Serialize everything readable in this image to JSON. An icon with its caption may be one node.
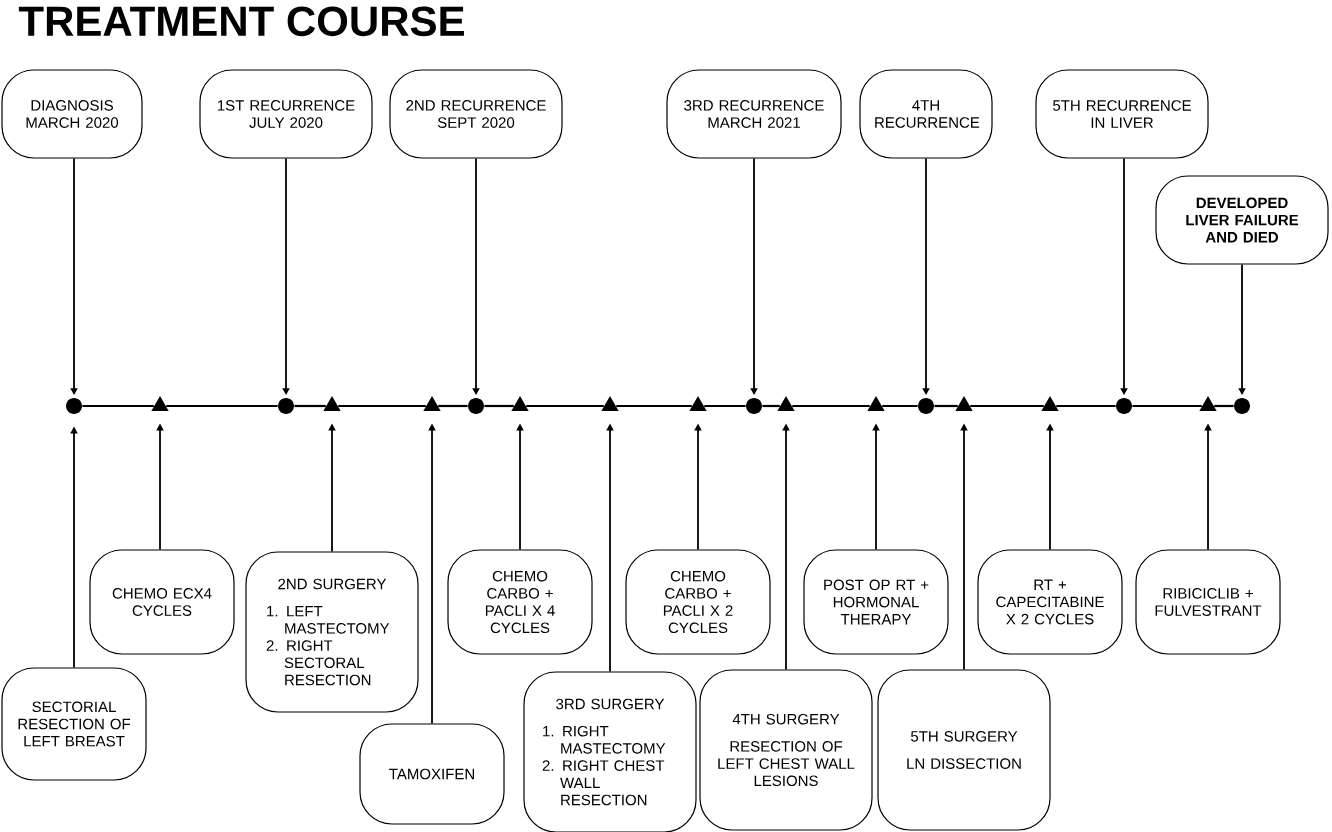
{
  "diagram": {
    "title": "TREATMENT COURSE",
    "nodes": [
      {
        "text": [
          "DIAGNOSIS MARCH 2020"
        ]
      },
      {
        "text": [
          "1ST RECURRENCE JULY 2020"
        ]
      },
      {
        "text": [
          "2ND RECURRENCE SEPT 2020"
        ]
      },
      {
        "text": [
          "3RD RECURRENCE MARCH 2021"
        ]
      },
      {
        "text": [
          "4TH RECURRENCE"
        ]
      },
      {
        "text": [
          "5TH RECURRENCE IN LIVER"
        ]
      },
      {
        "text": [
          "DEVELOPED LIVER FAILURE AND DIED"
        ]
      },
      {
        "text": [],
        "shape": "circle"
      },
      {
        "text": [],
        "shape": "triangle"
      },
      {
        "text": [],
        "shape": "circle"
      },
      {
        "text": [],
        "shape": "triangle"
      },
      {
        "text": [],
        "shape": "triangle"
      },
      {
        "text": [],
        "shape": "circle"
      },
      {
        "text": [],
        "shape": "triangle"
      },
      {
        "text": [],
        "shape": "triangle"
      },
      {
        "text": [],
        "shape": "triangle"
      },
      {
        "text": [],
        "shape": "circle"
      },
      {
        "text": [],
        "shape": "triangle"
      },
      {
        "text": [],
        "shape": "triangle"
      },
      {
        "text": [],
        "shape": "circle"
      },
      {
        "text": [],
        "shape": "triangle"
      },
      {
        "text": [],
        "shape": "triangle"
      },
      {
        "text": [],
        "shape": "circle"
      },
      {
        "text": [],
        "shape": "triangle"
      },
      {
        "text": [],
        "shape": "circle"
      },
      {
        "text": [
          "SECTORIAL RESECTION OF LEFT BREAST"
        ]
      },
      {
        "text": [
          "CHEMO ECX4 CYCLES"
        ]
      },
      {
        "text": [
          "2ND SURGERY",
          "1. LEFT MASTECTOMY",
          "2. RIGHT SECTORAL RESECTION"
        ]
      },
      {
        "text": [
          "TAMOXIFEN"
        ]
      },
      {
        "text": [
          "CHEMO CARBO + PACLI X 4 CYCLES"
        ]
      },
      {
        "text": [
          "3RD SURGERY",
          "1. RIGHT MASTECTOMY",
          "2. RIGHT CHEST WALL RESECTION"
        ]
      },
      {
        "text": [
          "CHEMO CARBO + PACLI X 2 CYCLES"
        ]
      },
      {
        "text": [
          "4TH SURGERY",
          "RESECTION OF LEFT CHEST WALL LESIONS"
        ]
      },
      {
        "text": [
          "POST OP RT + HORMONAL THERAPY"
        ]
      },
      {
        "text": [
          "5TH SURGERY",
          "LN DISSECTION"
        ]
      },
      {
        "text": [
          "RT + CAPECITABINE X 2 CYCLES"
        ]
      },
      {
        "text": [
          "RIBICICLIB + FULVESTRANT"
        ]
      }
    ],
    "edges": [
      {
        "from": 0,
        "to": 7,
        "arrow": "to"
      },
      {
        "from": 1,
        "to": 9,
        "arrow": "to"
      },
      {
        "from": 2,
        "to": 12,
        "arrow": "to"
      },
      {
        "from": 3,
        "to": 16,
        "arrow": "to"
      },
      {
        "from": 4,
        "to": 19,
        "arrow": "to"
      },
      {
        "from": 5,
        "to": 22,
        "arrow": "to"
      },
      {
        "from": 6,
        "to": 24,
        "arrow": "to"
      },
      {
        "from": 25,
        "to": 7,
        "arrow": "to"
      },
      {
        "from": 26,
        "to": 8,
        "arrow": "to"
      },
      {
        "from": 27,
        "to": 10,
        "arrow": "to"
      },
      {
        "from": 28,
        "to": 11,
        "arrow": "to"
      },
      {
        "from": 29,
        "to": 13,
        "arrow": "to"
      },
      {
        "from": 30,
        "to": 14,
        "arrow": "to"
      },
      {
        "from": 31,
        "to": 15,
        "arrow": "to"
      },
      {
        "from": 32,
        "to": 17,
        "arrow": "to"
      },
      {
        "from": 33,
        "to": 18,
        "arrow": "to"
      },
      {
        "from": 34,
        "to": 20,
        "arrow": "to"
      },
      {
        "from": 35,
        "to": 21,
        "arrow": "to"
      },
      {
        "from": 36,
        "to": 23,
        "arrow": "to"
      },
      {
        "from": 7,
        "to": 8,
        "arrow": "none"
      },
      {
        "from": 8,
        "to": 9,
        "arrow": "none"
      },
      {
        "from": 9,
        "to": 10,
        "arrow": "none"
      },
      {
        "from": 10,
        "to": 11,
        "arrow": "none"
      },
      {
        "from": 11,
        "to": 12,
        "arrow": "none"
      },
      {
        "from": 12,
        "to": 13,
        "arrow": "none"
      },
      {
        "from": 13,
        "to": 14,
        "arrow": "none"
      },
      {
        "from": 14,
        "to": 15,
        "arrow": "none"
      },
      {
        "from": 15,
        "to": 16,
        "arrow": "none"
      },
      {
        "from": 16,
        "to": 17,
        "arrow": "none"
      },
      {
        "from": 17,
        "to": 18,
        "arrow": "none"
      },
      {
        "from": 18,
        "to": 19,
        "arrow": "none"
      },
      {
        "from": 19,
        "to": 20,
        "arrow": "none"
      },
      {
        "from": 20,
        "to": 21,
        "arrow": "none"
      },
      {
        "from": 21,
        "to": 22,
        "arrow": "none"
      },
      {
        "from": 22,
        "to": 23,
        "arrow": "none"
      },
      {
        "from": 23,
        "to": 24,
        "arrow": "none"
      }
    ]
  }
}
